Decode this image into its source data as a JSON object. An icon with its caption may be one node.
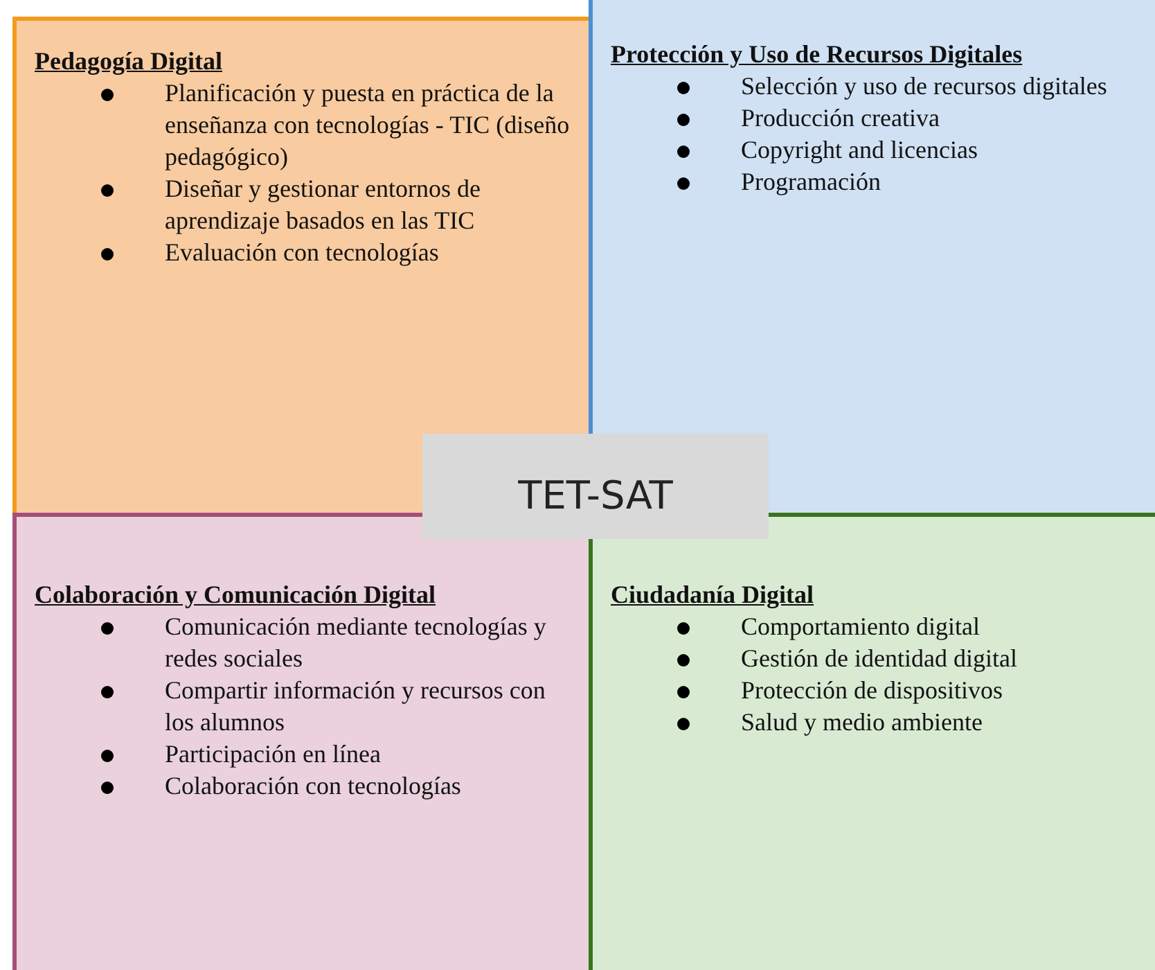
{
  "diagram": {
    "nodes": [
      {
        "text": [
          "Pedagogía Digital",
          "Planificación y puesta en práctica de la enseñanza con tecnologías - TIC (diseño pedagógico)",
          "Diseñar y gestionar entornos de aprendizaje basados en las TIC",
          "Evaluación con tecnologías"
        ]
      },
      {
        "text": [
          "Protección y Uso de Recursos Digitales",
          "Selección y uso de recursos digitales",
          "Producción creativa",
          "Copyright and licencias",
          "Programación"
        ]
      },
      {
        "text": [
          "TET-SAT"
        ]
      },
      {
        "text": [
          "Colaboración y Comunicación Digital",
          "Comunicación mediante tecnologías y redes sociales",
          "Compartir información y recursos con los alumnos",
          "Participación en línea",
          "Colaboración con tecnologías"
        ]
      },
      {
        "text": [
          "Ciudadanía Digital",
          "Comportamiento digital",
          "Gestión de identidad digital",
          "Protección de dispositivos",
          "Salud y medio ambiente"
        ]
      }
    ]
  }
}
